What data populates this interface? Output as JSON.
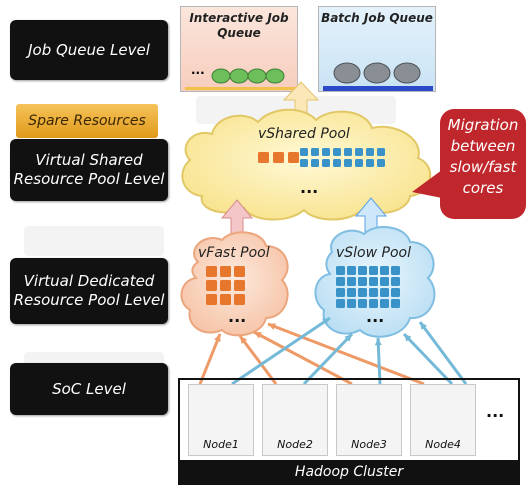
{
  "levels": {
    "job_queue": "Job Queue Level",
    "spare": "Spare Resources",
    "vshared": "Virtual Shared Resource Pool Level",
    "vdedicated": "Virtual Dedicated Resource Pool Level",
    "soc": "SoC Level"
  },
  "queues": {
    "interactive": "Interactive Job Queue",
    "batch": "Batch Job Queue",
    "ellipsis": "..."
  },
  "pools": {
    "vshared": "vShared Pool",
    "vfast": "vFast Pool",
    "vslow": "vSlow Pool",
    "ellipsis": "..."
  },
  "migration": "Migration between slow/fast cores",
  "nodes": [
    "Node1",
    "Node2",
    "Node3",
    "Node4"
  ],
  "nodes_ellipsis": "...",
  "cluster": "Hadoop Cluster",
  "colors": {
    "fast_core": "#e8772e",
    "slow_core": "#3a93c8",
    "fast_arrow": "#ee9a66",
    "slow_arrow": "#74bad8",
    "migration_bg": "#c0272d"
  }
}
